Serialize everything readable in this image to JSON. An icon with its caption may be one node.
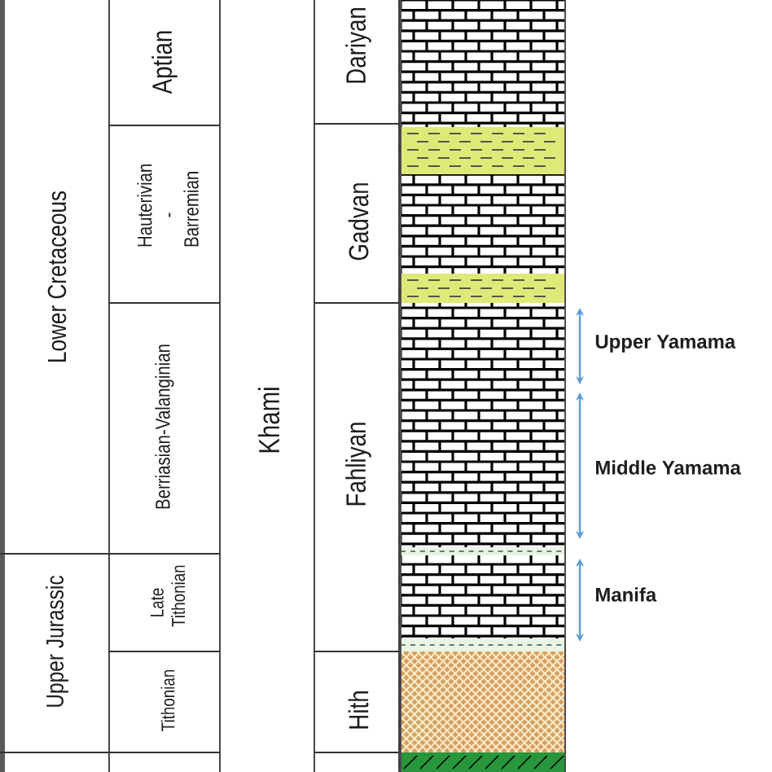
{
  "diagram": {
    "labels": [
      "Lower Cretaceous",
      "Aptian",
      "Hauterivian -Barremian",
      "Berriasian-Valanginian",
      "Khami",
      "Dariyan",
      "Gadvan",
      "Fahliyan",
      "Upper Jurassic",
      "Late Tithonian",
      "Tithonian",
      "Hith",
      "Upper Yamama",
      "Middle Yamama",
      "Manifa"
    ]
  }
}
